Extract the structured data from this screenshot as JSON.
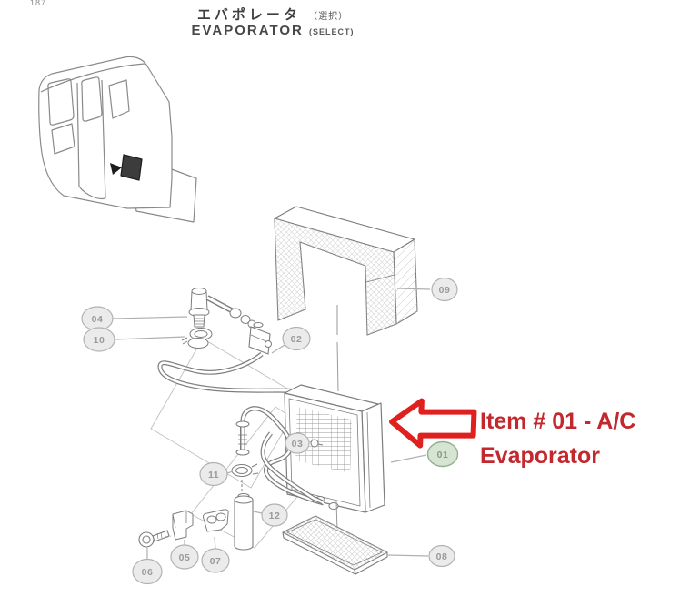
{
  "page": {
    "number": "187"
  },
  "title": {
    "japanese": "エバポレータ",
    "japanese_note": "（選択）",
    "english": "EVAPORATOR",
    "english_note": "(SELECT)"
  },
  "annotation": {
    "line1": "Item # 01 - A/C",
    "line2": "Evaporator",
    "text_color": "#c2282d",
    "arrow_color": "#e0201e",
    "points_to": "01"
  },
  "callouts": [
    {
      "label": "01",
      "highlighted": true
    },
    {
      "label": "02",
      "highlighted": false
    },
    {
      "label": "03",
      "highlighted": false
    },
    {
      "label": "04",
      "highlighted": false
    },
    {
      "label": "05",
      "highlighted": false
    },
    {
      "label": "06",
      "highlighted": false
    },
    {
      "label": "07",
      "highlighted": false
    },
    {
      "label": "08",
      "highlighted": false
    },
    {
      "label": "09",
      "highlighted": false
    },
    {
      "label": "10",
      "highlighted": false
    },
    {
      "label": "11",
      "highlighted": false
    },
    {
      "label": "12",
      "highlighted": false
    }
  ],
  "colors": {
    "line_art": "#7d7d7d",
    "callout_fill": "#ebebeb",
    "callout_stroke": "#b2b2b2",
    "callout_text": "#9a9a9a",
    "highlight_fill": "#d6e4d2",
    "highlight_stroke": "#93b090",
    "highlight_text": "#879a85"
  }
}
